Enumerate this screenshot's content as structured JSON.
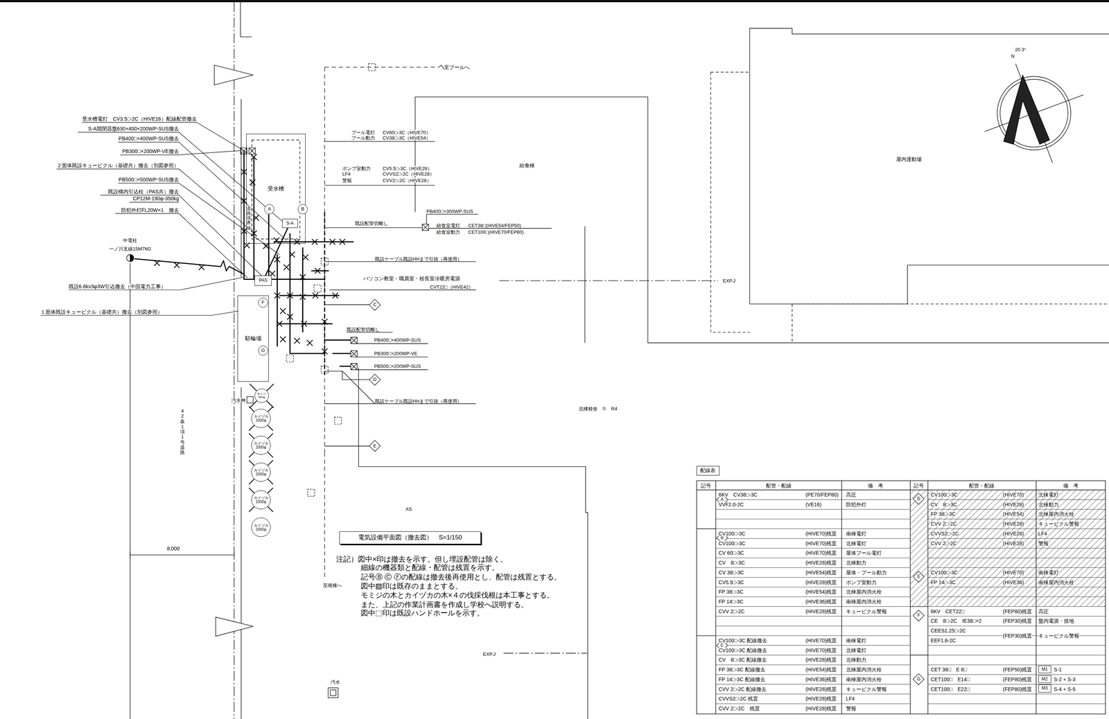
{
  "diagram": {
    "nodes": [
      {
        "text": [
          "受水槽"
        ]
      },
      {
        "text": [
          "A"
        ],
        "in": 0
      },
      {
        "text": [
          "B"
        ],
        "in": 0
      },
      {
        "text": [
          "S-A"
        ],
        "in": 0
      },
      {
        "text": [
          "PAS"
        ]
      },
      {
        "text": [
          "駐輪場"
        ]
      },
      {
        "text": [
          "F"
        ],
        "in": 5
      },
      {
        "text": [
          "G"
        ],
        "in": 5
      },
      {
        "text": [
          "C"
        ]
      },
      {
        "text": [
          "D"
        ]
      },
      {
        "text": [
          "E"
        ]
      },
      {
        "text": [
          "モミジ",
          "500φ"
        ]
      },
      {
        "text": [
          "カイヅカ",
          "2000φ"
        ]
      },
      {
        "text": [
          "カイヅカ",
          "2000φ"
        ]
      },
      {
        "text": [
          "カイヅカ",
          "2000φ"
        ]
      },
      {
        "text": [
          "カイヅカ",
          "2000φ"
        ]
      },
      {
        "text": [
          "カイヅカ",
          "2000φ"
        ]
      },
      {
        "text": [
          "電気設備平面図（撤去図）　S=1/150"
        ]
      },
      {
        "text": [
          "配線表"
        ]
      },
      {
        "text": [
          "A"
        ]
      },
      {
        "text": [
          "B"
        ]
      },
      {
        "text": [
          "C"
        ]
      },
      {
        "text": [
          "D"
        ]
      },
      {
        "text": [
          "E"
        ]
      },
      {
        "text": [
          "F"
        ]
      },
      {
        "text": [
          "G"
        ]
      },
      {
        "text": [
          "M1"
        ]
      },
      {
        "text": [
          "M2"
        ]
      },
      {
        "text": [
          "M3"
        ]
      }
    ],
    "edges": [
      {
        "from": 3,
        "to": 4,
        "arrow": "none"
      }
    ],
    "labels": [
      "受水槽電灯　CV3.5□-2C（HIVE16）配線配管撤去",
      "S-A開閉器盤630×400×200WP-SUS撤去",
      "PB400□×400WP-SUS撤去",
      "PB300□×200WP-VE撤去",
      "２面体既設キュービクル（基礎共）撤去（別図参照）",
      "PB500□×500WP-SUS撤去",
      "既設構内引込柱（PAS共）撤去",
      "CP12M-190φ-350kg",
      "防犯外灯FL20W×1　撤去",
      "中電柱",
      "一ノ川支線15M7M2",
      "既設6.6kv3φ3W引込撤去（中国電力工事）",
      "１面体既設キュービクル（基礎共）撤去（別図参照）",
      "道路境界線",
      "42条1項1号道路",
      "8,000",
      "汚水桝",
      "至プールへ",
      "プール電灯",
      "CV60□-3C（HIVE70）",
      "プール動力",
      "CV38□-3C（HIVE54）",
      "ポンプ室動力",
      "CV5.5□-3C（HIVE28）",
      "LF4",
      "CVVS2□-2C（HIVE28）",
      "警報",
      "CVV2□-2C（HIVE28）",
      "給食棟",
      "屋内運動場",
      "20.3°",
      "N",
      "PB400□×300WP-SUS",
      "既設配管切離し",
      "給食室電灯",
      "CET38□(HIVE54/FEP50)",
      "給食室動力",
      "CET100□(HIVE70/FEP80)",
      "既設ケーブル既設HHまで引抜（再使用）",
      "パソコン教室・職員室・校長室冷暖房電源",
      "CVT22□（HIVE42）",
      "EXP.J",
      "既設配管切離し",
      "PB400□×400WP-SUS",
      "PB300□×200WP-VE",
      "PB500□×200WP-SUS",
      "既設ケーブル既設HHまで引抜（再使用）",
      "北棟校舎　①　R4",
      "AS",
      "注記）図中×印は撤去を示す。但し埋設配管は除く。",
      "細線の機器類と配線・配管は残置を示す。",
      "記号Ⓑ Ⓒ Ⓕの配線は撤去後再使用とし、配管は残置とする。",
      "図中▨印は既存のままとする。",
      "モミジの木とカイヅカの木×４の伐採伐根は本工事とする。",
      "また、上記の作業計画書を作成し学校へ説明する。",
      "図中⬚印は既設ハンドホールを示す。",
      "至南棟へ",
      "EXP.J",
      "汚水",
      "記号",
      "配管・配線",
      "備　考",
      "記号",
      "配管・配線",
      "備　考",
      "6KV　CV38□-3C",
      "(PE70/FEP80)",
      "高圧",
      "VVF2.0-2C",
      "(VE16)",
      "防犯外灯",
      "CV100□-3C",
      "(HIVE70)残置",
      "南棟電灯",
      "CV100□-3C",
      "(HIVE70)残置",
      "北棟電灯",
      "CV 60□-3C",
      "(HIVE70)残置",
      "屋体プール電灯",
      "CV　8□-3C",
      "(HIVE28)残置",
      "北棟動力",
      "CV 38□-3C",
      "(HIVE54)残置",
      "屋体・プール動力",
      "CV5.5□-3C",
      "(HIVE28)残置",
      "ポンプ室動力",
      "FP 38□-3C",
      "(HIVE54)残置",
      "北棟屋内消火栓",
      "FP 14□-3C",
      "(HIVE36)残置",
      "南棟屋内消火栓",
      "CVV 2□-2C",
      "(HIVE28)残置",
      "キュービクル警報",
      "CV100□-3C 配線撤去",
      "(HIVE70)残置",
      "南棟電灯",
      "CV100□-3C 配線撤去",
      "(HIVE70)残置",
      "北棟電灯",
      "CV　8□-3C 配線撤去",
      "(HIVE28)残置",
      "北棟動力",
      "FP 38□-3C 配線撤去",
      "(HIVE54)残置",
      "北棟屋内消火栓",
      "FP 14□-3C 配線撤去",
      "(HIVE36)残置",
      "南棟屋内消火栓",
      "CVV 2□-2C 配線撤去",
      "(HIVE28)残置",
      "キュービクル警報",
      "CVVS2□-2C 残置",
      "(HIVE28)残置",
      "LF4",
      "CVV 2□-2C　残置",
      "(HIVE28)残置",
      "警報",
      "CV100□-3C",
      "(HIVE70)",
      "北棟電灯",
      "CV　8□-3C",
      "(HIVE28)",
      "北棟動力",
      "FP 38□-3C",
      "(HIVE54)",
      "北棟屋内消火栓",
      "CVV 2□-2C",
      "(HIVE28)",
      "キュービクル警報",
      "CVVS2□-2C",
      "(HIVE28)",
      "LF4",
      "CVV 2□-2C",
      "(HIVE28)",
      "警報",
      "CV100□-3C",
      "(HIVE70)",
      "南棟電灯",
      "FP 14□-3C",
      "(HIVE36)",
      "南棟屋内消火栓",
      "6KV　CET22□",
      "(FEP80)残置",
      "高圧",
      "CE　8□-2C　IE38□×2",
      "(FEP30)残置",
      "盤内電源・接地",
      "CEES1.25□-2C",
      "EEF1.6-2C",
      "(FEP30)残置",
      "キュービクル警報",
      "CET 38□　E 8□",
      "(FEP50)残置",
      "S-1",
      "CET100□　E14□",
      "(FEP80)残置",
      "S-2 + S-3",
      "CET100□　E22□",
      "(FEP80)残置",
      "S-4 + S-5"
    ]
  }
}
